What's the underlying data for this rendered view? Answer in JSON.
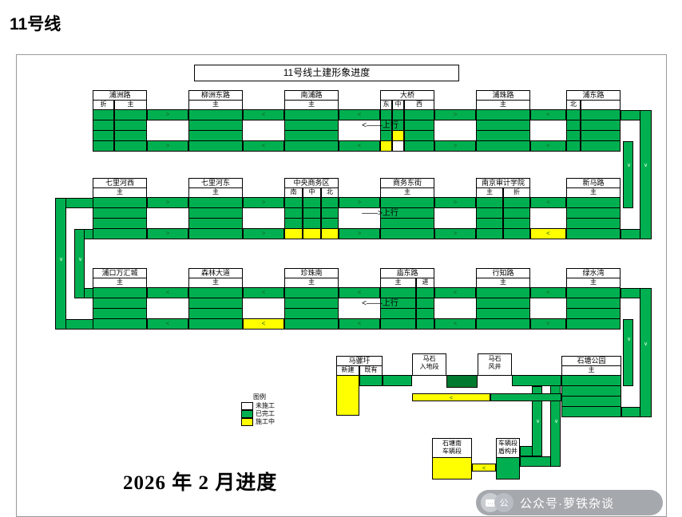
{
  "page": {
    "title": "11号线"
  },
  "diagram": {
    "title": "11号线土建形象进度",
    "progress_note": "2026 年 2 月进度",
    "direction_labels": [
      "<——上行",
      "——>上行",
      "<——上行"
    ],
    "legend": {
      "title": "图例",
      "items": [
        {
          "label": "未施工",
          "fill": "#FFFFFF"
        },
        {
          "label": "已完工",
          "fill": "#00B050"
        },
        {
          "label": "施工中",
          "fill": "#FFFF00"
        }
      ]
    },
    "colors": {
      "done": "#00B050",
      "in_progress": "#FFFF00",
      "not_started": "#FFFFFF",
      "dark_done": "#007A2E"
    },
    "rows": [
      {
        "stations": [
          {
            "name": "浦洲路",
            "cols": [
              {
                "label": "折",
                "w": 27
              },
              {
                "label": "主",
                "w": 41
              }
            ]
          },
          {
            "name": "柳洲东路",
            "cols": [
              {
                "label": "主",
                "w": 68
              }
            ]
          },
          {
            "name": "南浦路",
            "cols": [
              {
                "label": "主",
                "w": 68
              }
            ]
          },
          {
            "name": "大桥",
            "cols": [
              {
                "label": "东",
                "w": 15
              },
              {
                "label": "中",
                "w": 15
              },
              {
                "label": "西",
                "w": 38
              }
            ],
            "cells": [
              {
                "c": 1,
                "b": 2,
                "f": "yellow"
              },
              {
                "c": 1,
                "b": 3,
                "f": "white"
              },
              {
                "c": 0,
                "b": 3,
                "f": "yellow"
              }
            ]
          },
          {
            "name": "浦珠路",
            "cols": [
              {
                "label": "主",
                "w": 68
              }
            ]
          },
          {
            "name": "浦东路",
            "cols": [
              {
                "label": "北",
                "w": 18
              },
              {
                "label": "",
                "w": 50
              }
            ]
          }
        ],
        "gaps": [
          {
            "arrow": ">"
          },
          {
            "arrow": "<"
          },
          {
            "arrow": "<"
          },
          {
            "arrow": ">"
          },
          {
            "arrow": "<"
          }
        ]
      },
      {
        "stations": [
          {
            "name": "七里河西",
            "cols": [
              {
                "label": "主",
                "w": 68
              }
            ]
          },
          {
            "name": "七里河东",
            "cols": [
              {
                "label": "主",
                "w": 68
              }
            ]
          },
          {
            "name": "中央商务区",
            "cols": [
              {
                "label": "南",
                "w": 23
              },
              {
                "label": "中",
                "w": 23
              },
              {
                "label": "北",
                "w": 22
              }
            ],
            "cells": [
              {
                "c": 0,
                "b": 3,
                "f": "yellow"
              },
              {
                "c": 1,
                "b": 3,
                "f": "yellow"
              },
              {
                "c": 2,
                "b": 3,
                "f": "yellow"
              }
            ]
          },
          {
            "name": "商务东街",
            "cols": [
              {
                "label": "主",
                "w": 68
              }
            ]
          },
          {
            "name": "南京审计学院",
            "cols": [
              {
                "label": "主",
                "w": 34
              },
              {
                "label": "折",
                "w": 34
              }
            ]
          },
          {
            "name": "新马路",
            "cols": [
              {
                "label": "主",
                "w": 68
              }
            ]
          }
        ],
        "gaps": [
          {
            "arrow": ">"
          },
          {
            "arrow": ">"
          },
          {
            "arrow": ">"
          },
          {
            "arrow": ">"
          },
          {
            "arrow": "<",
            "fill3": "yellow"
          }
        ]
      },
      {
        "stations": [
          {
            "name": "浦口万汇城",
            "cols": [
              {
                "label": "主",
                "w": 68
              }
            ]
          },
          {
            "name": "森林大道",
            "cols": [
              {
                "label": "主",
                "w": 68
              }
            ]
          },
          {
            "name": "珍珠南",
            "cols": [
              {
                "label": "主",
                "w": 68
              }
            ]
          },
          {
            "name": "庙东路",
            "cols": [
              {
                "label": "主",
                "w": 45
              },
              {
                "label": "进",
                "w": 23
              }
            ]
          },
          {
            "name": "行知路",
            "cols": [
              {
                "label": "主",
                "w": 68
              }
            ]
          },
          {
            "name": "绿水湾",
            "cols": [
              {
                "label": "主",
                "w": 68
              }
            ]
          }
        ],
        "gaps": [
          {
            "arrow": "<"
          },
          {
            "arrow": "<",
            "fill3": "yellow"
          },
          {
            "arrow": "<"
          },
          {
            "arrow": "<"
          },
          {
            "arrow": "<"
          }
        ]
      }
    ],
    "row4": {
      "maluowei": {
        "name": "马骡圩",
        "cols": [
          {
            "label": "新建",
            "w": 29
          },
          {
            "label": "既有",
            "w": 29
          }
        ]
      },
      "sections": [
        {
          "lines": "马石\n入地段"
        },
        {
          "lines": "马石\n风井"
        }
      ],
      "shitang": {
        "name": "石塘公园",
        "col_label": "主"
      },
      "facilities": [
        {
          "lines": "石塘南\n车辆段",
          "status": "in_progress"
        },
        {
          "lines": "车辆段\n盾构井",
          "status": "done"
        }
      ]
    }
  },
  "watermark": {
    "icon": "wechat-bubble-icon",
    "badge": "公",
    "text": "公众号·萝铁杂谈"
  }
}
